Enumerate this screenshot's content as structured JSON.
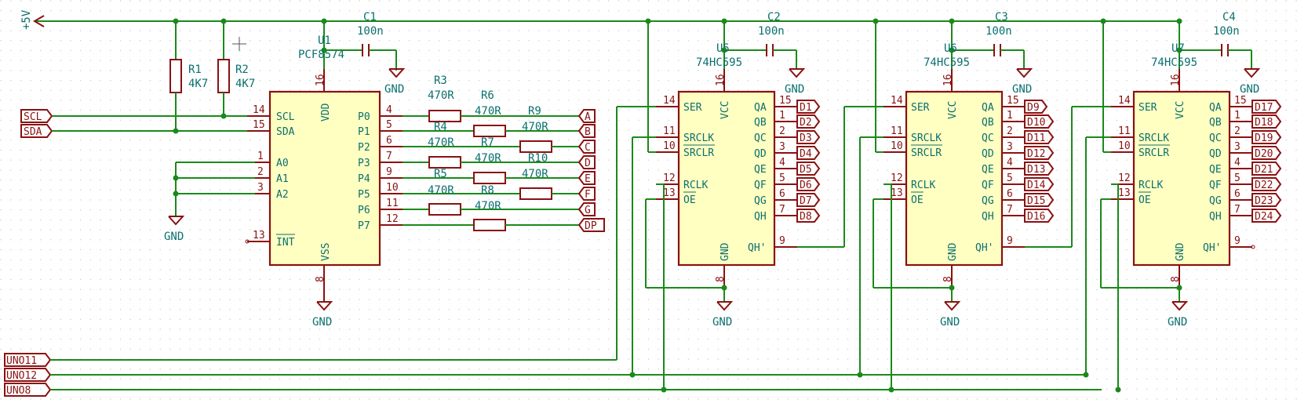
{
  "power": {
    "vcc_label": "+5V",
    "gnd_label": "GND"
  },
  "resistors": [
    {
      "ref": "R1",
      "value": "4K7"
    },
    {
      "ref": "R2",
      "value": "4K7"
    },
    {
      "ref": "R3",
      "value": "470R"
    },
    {
      "ref": "R4",
      "value": "470R"
    },
    {
      "ref": "R5",
      "value": "470R"
    },
    {
      "ref": "R6",
      "value": "470R"
    },
    {
      "ref": "R7",
      "value": "470R"
    },
    {
      "ref": "R8",
      "value": "470R"
    },
    {
      "ref": "R9",
      "value": "470R"
    },
    {
      "ref": "R10",
      "value": "470R"
    }
  ],
  "capacitors": [
    {
      "ref": "C1",
      "value": "100n"
    },
    {
      "ref": "C2",
      "value": "100n"
    },
    {
      "ref": "C3",
      "value": "100n"
    },
    {
      "ref": "C4",
      "value": "100n"
    }
  ],
  "u1": {
    "ref": "U1",
    "value": "PCF8574",
    "left_pins": [
      {
        "num": "14",
        "name": "SCL"
      },
      {
        "num": "15",
        "name": "SDA"
      },
      {
        "num": "1",
        "name": "A0"
      },
      {
        "num": "2",
        "name": "A1"
      },
      {
        "num": "3",
        "name": "A2"
      },
      {
        "num": "13",
        "name": "INT"
      }
    ],
    "right_pins": [
      {
        "num": "4",
        "name": "P0"
      },
      {
        "num": "5",
        "name": "P1"
      },
      {
        "num": "6",
        "name": "P2"
      },
      {
        "num": "7",
        "name": "P3"
      },
      {
        "num": "9",
        "name": "P4"
      },
      {
        "num": "10",
        "name": "P5"
      },
      {
        "num": "11",
        "name": "P6"
      },
      {
        "num": "12",
        "name": "P7"
      }
    ],
    "top_pin": {
      "num": "16",
      "name": "VDD"
    },
    "bottom_pin": {
      "num": "8",
      "name": "VSS"
    }
  },
  "shift_registers": [
    {
      "ref": "U5",
      "value": "74HC595",
      "outputs": [
        "D1",
        "D2",
        "D3",
        "D4",
        "D5",
        "D6",
        "D7",
        "D8"
      ]
    },
    {
      "ref": "U6",
      "value": "74HC595",
      "outputs": [
        "D9",
        "D10",
        "D11",
        "D12",
        "D13",
        "D14",
        "D15",
        "D16"
      ]
    },
    {
      "ref": "U7",
      "value": "74HC595",
      "outputs": [
        "D17",
        "D18",
        "D19",
        "D20",
        "D21",
        "D22",
        "D23",
        "D24"
      ]
    }
  ],
  "sr_pins": {
    "left": [
      {
        "num": "14",
        "name": "SER"
      },
      {
        "num": "11",
        "name": "SRCLK"
      },
      {
        "num": "10",
        "name": "SRCLR"
      },
      {
        "num": "12",
        "name": "RCLK"
      },
      {
        "num": "13",
        "name": "OE"
      }
    ],
    "right": [
      {
        "num": "15",
        "name": "QA"
      },
      {
        "num": "1",
        "name": "QB"
      },
      {
        "num": "2",
        "name": "QC"
      },
      {
        "num": "3",
        "name": "QD"
      },
      {
        "num": "4",
        "name": "QE"
      },
      {
        "num": "5",
        "name": "QF"
      },
      {
        "num": "6",
        "name": "QG"
      },
      {
        "num": "7",
        "name": "QH"
      }
    ],
    "qh_prime": {
      "num": "9",
      "name": "QH'"
    },
    "top": {
      "num": "16",
      "name": "VCC"
    },
    "bottom": {
      "num": "8",
      "name": "GND"
    }
  },
  "i2c_labels": [
    "SCL",
    "SDA"
  ],
  "segment_labels": [
    "A",
    "B",
    "C",
    "D",
    "E",
    "F",
    "G",
    "DP"
  ],
  "uno_labels": [
    "UNO11",
    "UNO12",
    "UNO8"
  ]
}
